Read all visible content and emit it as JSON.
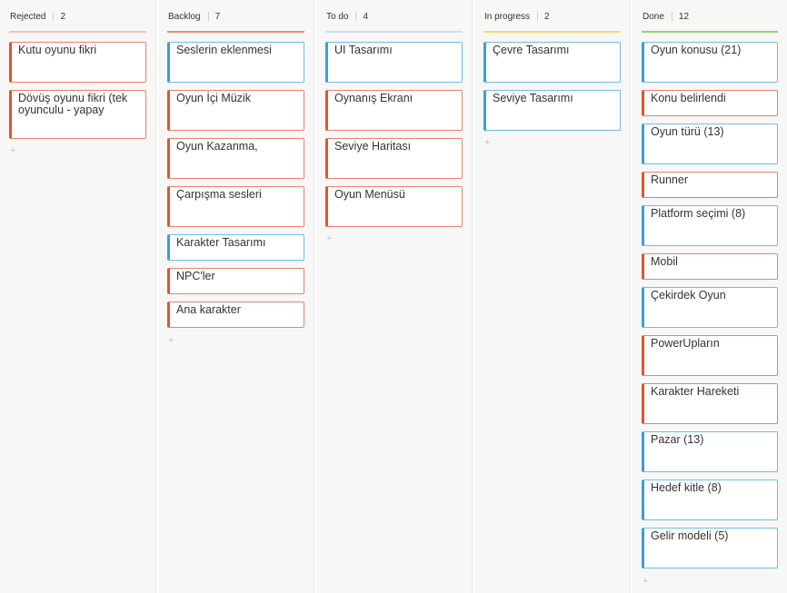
{
  "columns": [
    {
      "title": "Rejected",
      "count": "2",
      "accent": "#f2c3b4",
      "cards": [
        {
          "text": "Kutu oyunu fikri",
          "color": "red"
        },
        {
          "text": "Dövüş oyunu fikri (tek oyunculu - yapay",
          "color": "red"
        }
      ]
    },
    {
      "title": "Backlog",
      "count": "7",
      "accent": "#ef8a6a",
      "cards": [
        {
          "text": "Seslerin eklenmesi",
          "color": "blue"
        },
        {
          "text": "Oyun İçi Müzik",
          "color": "red"
        },
        {
          "text": "Oyun Kazanma,",
          "color": "red"
        },
        {
          "text": "Çarpışma sesleri",
          "color": "red"
        },
        {
          "text": "Karakter Tasarımı",
          "color": "blue"
        },
        {
          "text": "NPC'ler",
          "color": "red"
        },
        {
          "text": "Ana karakter",
          "color": "red"
        }
      ]
    },
    {
      "title": "To do",
      "count": "4",
      "accent": "#cfe0f2",
      "cards": [
        {
          "text": "UI Tasarımı",
          "color": "blue"
        },
        {
          "text": "Oynanış Ekranı",
          "color": "red"
        },
        {
          "text": "Seviye Haritası",
          "color": "red"
        },
        {
          "text": "Oyun Menüsü",
          "color": "red"
        }
      ]
    },
    {
      "title": "In progress",
      "count": "2",
      "accent": "#f5d76e",
      "cards": [
        {
          "text": "Çevre Tasarımı",
          "color": "blue"
        },
        {
          "text": "Seviye Tasarımı",
          "color": "blue"
        }
      ]
    },
    {
      "title": "Done",
      "count": "12",
      "accent": "#93d36f",
      "cards": [
        {
          "text": "Oyun konusu (21)",
          "color": "blue"
        },
        {
          "text": "Konu belirlendi",
          "color": "red"
        },
        {
          "text": "Oyun türü (13)",
          "color": "blue"
        },
        {
          "text": "Runner",
          "color": "red"
        },
        {
          "text": "Platform seçimi (8)",
          "color": "blue"
        },
        {
          "text": "Mobil",
          "color": "red"
        },
        {
          "text": "Çekirdek Oyun",
          "color": "blue"
        },
        {
          "text": "PowerUpların",
          "color": "red"
        },
        {
          "text": "Karakter Hareketi",
          "color": "red"
        },
        {
          "text": "Pazar (13)",
          "color": "blue"
        },
        {
          "text": "Hedef kitle (8)",
          "color": "blue"
        },
        {
          "text": "Gelir modeli (5)",
          "color": "blue"
        }
      ]
    }
  ],
  "add_icon": "plus-icon",
  "add_glyph": "+"
}
